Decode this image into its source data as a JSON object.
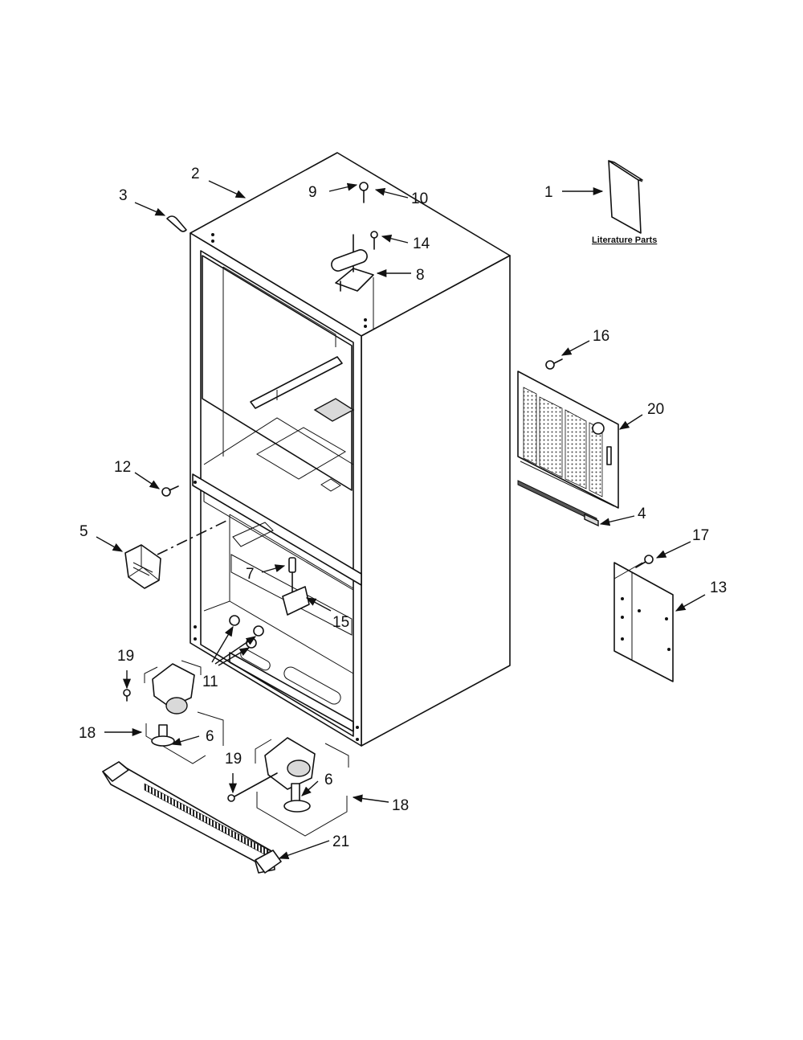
{
  "diagram": {
    "literature_label": "Literature Parts",
    "callouts": [
      {
        "id": "c1",
        "label": "1"
      },
      {
        "id": "c2",
        "label": "2"
      },
      {
        "id": "c3",
        "label": "3"
      },
      {
        "id": "c4",
        "label": "4"
      },
      {
        "id": "c5",
        "label": "5"
      },
      {
        "id": "c6a",
        "label": "6"
      },
      {
        "id": "c6b",
        "label": "6"
      },
      {
        "id": "c7",
        "label": "7"
      },
      {
        "id": "c8",
        "label": "8"
      },
      {
        "id": "c9",
        "label": "9"
      },
      {
        "id": "c10",
        "label": "10"
      },
      {
        "id": "c11",
        "label": "11"
      },
      {
        "id": "c12",
        "label": "12"
      },
      {
        "id": "c13",
        "label": "13"
      },
      {
        "id": "c14",
        "label": "14"
      },
      {
        "id": "c15",
        "label": "15"
      },
      {
        "id": "c16",
        "label": "16"
      },
      {
        "id": "c17",
        "label": "17"
      },
      {
        "id": "c18a",
        "label": "18"
      },
      {
        "id": "c18b",
        "label": "18"
      },
      {
        "id": "c19a",
        "label": "19"
      },
      {
        "id": "c19b",
        "label": "19"
      },
      {
        "id": "c20",
        "label": "20"
      },
      {
        "id": "c21",
        "label": "21"
      }
    ]
  }
}
